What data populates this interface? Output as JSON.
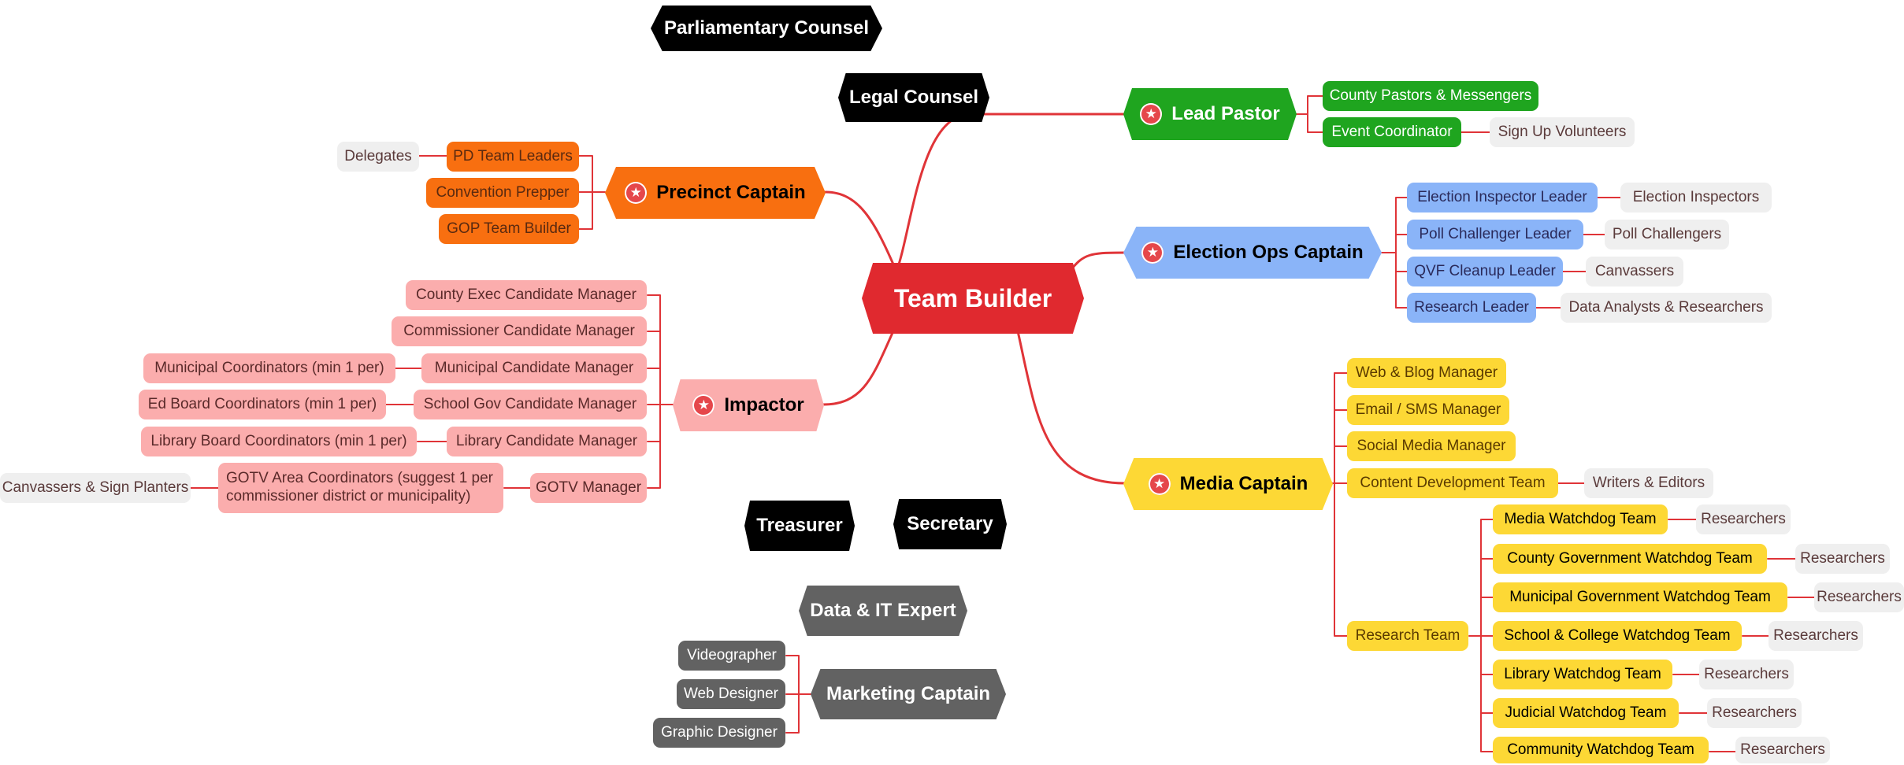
{
  "mindmap": {
    "root": "Team Builder",
    "parliamentary_counsel": "Parliamentary Counsel",
    "legal_counsel": "Legal Counsel",
    "treasurer": "Treasurer",
    "secretary": "Secretary",
    "data_it_expert": "Data & IT Expert",
    "lead_pastor": {
      "title": "Lead Pastor",
      "county_pastors": "County Pastors & Messengers",
      "event_coordinator": "Event Coordinator",
      "sign_up_volunteers": "Sign Up Volunteers"
    },
    "precinct_captain": {
      "title": "Precinct Captain",
      "pd_team_leaders": "PD Team Leaders",
      "delegates": "Delegates",
      "convention_prepper": "Convention Prepper",
      "gop_team_builder": "GOP Team Builder"
    },
    "election_ops": {
      "title": "Election Ops Captain",
      "inspector_leader": "Election Inspector Leader",
      "inspectors": "Election Inspectors",
      "challenger_leader": "Poll Challenger Leader",
      "challengers": "Poll Challengers",
      "qvf_leader": "QVF Cleanup Leader",
      "canvassers": "Canvassers",
      "research_leader": "Research Leader",
      "analysts": "Data Analysts & Researchers"
    },
    "impactor": {
      "title": "Impactor",
      "county_exec": "County Exec Candidate Manager",
      "commissioner": "Commissioner Candidate Manager",
      "municipal": "Municipal Candidate Manager",
      "municipal_coord": "Municipal Coordinators (min 1 per)",
      "school_gov": "School Gov Candidate Manager",
      "ed_board": "Ed Board Coordinators (min 1 per)",
      "library": "Library Candidate Manager",
      "library_board": "Library Board Coordinators (min 1 per)",
      "gotv": "GOTV Manager",
      "gotv_area": "GOTV Area Coordinators (suggest 1 per commissioner district or municipality)",
      "canvassers_planters": "Canvassers & Sign Planters"
    },
    "media_captain": {
      "title": "Media Captain",
      "web_blog": "Web & Blog Manager",
      "email_sms": "Email / SMS Manager",
      "social": "Social Media Manager",
      "content_dev": "Content Development Team",
      "writers": "Writers & Editors",
      "research_team": "Research Team",
      "media_watchdog": "Media Watchdog Team",
      "county_gov_watchdog": "County Government Watchdog Team",
      "municipal_gov_watchdog": "Municipal Government Watchdog Team",
      "school_watchdog": "School & College Watchdog Team",
      "library_watchdog": "Library Watchdog Team",
      "judicial_watchdog": "Judicial Watchdog Team",
      "community_watchdog": "Community Watchdog Team",
      "researchers": "Researchers"
    },
    "marketing": {
      "title": "Marketing Captain",
      "videographer": "Videographer",
      "web_designer": "Web Designer",
      "graphic_designer": "Graphic Designer"
    }
  },
  "colors": {
    "link": "#e03438",
    "root": "#e0292f",
    "black_node": "#000000",
    "lead_pastor": "#1fa51f",
    "precinct": "#f86f10",
    "election_ops": "#8ab4f8",
    "impactor": "#fbadad",
    "media": "#fdd835",
    "gray_node": "#626262",
    "leaf_bg": "#efefef",
    "leaf_text": "#5a3a3a",
    "star": "#e5474b"
  },
  "icons": {
    "branch_marker": "star-icon"
  }
}
